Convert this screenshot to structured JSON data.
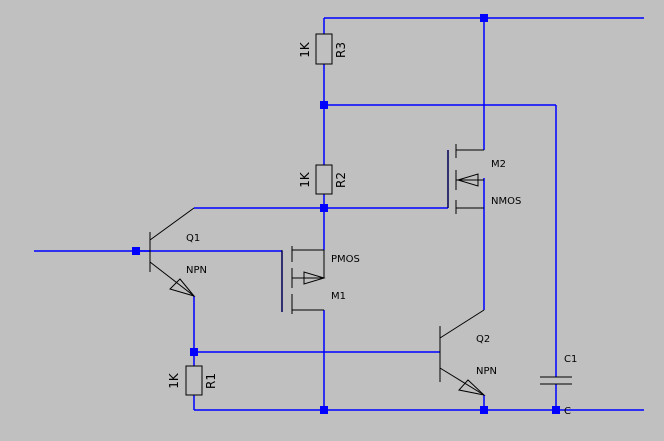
{
  "background_color": "#c0c0c0",
  "wire_color": "#0000ff",
  "component_color": "#000000",
  "components": {
    "r3": {
      "name": "R3",
      "value": "1K"
    },
    "r2": {
      "name": "R2",
      "value": "1K"
    },
    "r1": {
      "name": "R1",
      "value": "1K"
    },
    "q1": {
      "name": "Q1",
      "type": "NPN"
    },
    "q2": {
      "name": "Q2",
      "type": "NPN"
    },
    "m1": {
      "name": "M1",
      "type": "PMOS"
    },
    "m2": {
      "name": "M2",
      "type": "NMOS"
    },
    "c1": {
      "name": "C1"
    }
  },
  "nets": {
    "c_label": "C"
  }
}
